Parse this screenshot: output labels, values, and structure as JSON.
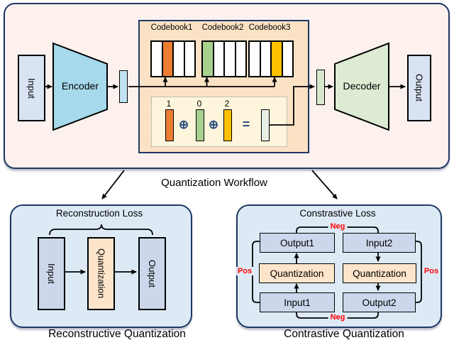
{
  "colors": {
    "navy_border": "#1f3864",
    "top_panel_bg": "#fdf1ee",
    "codebook_panel_bg": "#fbe2c4",
    "combine_box_bg": "#fdf6dc",
    "loss_panel_bg": "#ddeaf6",
    "io_box_bg": "#d9e3f3",
    "encoder_fill": "#a5d9eb",
    "decoder_fill": "#dcebd2",
    "quantization_box_bg": "#fce5cb",
    "codebook_orange": "#ed7d31",
    "codebook_green": "#a9d18e",
    "codebook_yellow": "#ffc000",
    "pos_neg_red": "#ff0000"
  },
  "workflow": {
    "caption": "Quantization Workflow",
    "input_label": "Input",
    "encoder_label": "Encoder",
    "decoder_label": "Decoder",
    "output_label": "Output",
    "codebooks": [
      {
        "label": "Codebook1",
        "slots": 4,
        "colored_index": 1,
        "color": "#ed7d31"
      },
      {
        "label": "Codebook2",
        "slots": 4,
        "colored_index": 0,
        "color": "#a9d18e"
      },
      {
        "label": "Codebook3",
        "slots": 4,
        "colored_index": 2,
        "color": "#ffc000"
      }
    ],
    "combine": {
      "codes": [
        "1",
        "0",
        "2"
      ],
      "plus": "⊕",
      "equals": "="
    }
  },
  "reconstructive": {
    "title": "Reconstruction Loss",
    "input_label": "Input",
    "quantization_label": "Quantization",
    "output_label": "Output",
    "caption": "Reconstructive Quantization"
  },
  "contrastive": {
    "title": "Constrastive Loss",
    "top_left": "Output1",
    "top_right": "Input2",
    "mid_left": "Quantization",
    "mid_right": "Quantization",
    "bottom_left": "Input1",
    "bottom_right": "Output2",
    "pos": "Pos",
    "neg": "Neg",
    "caption": "Contrastive Quantization"
  }
}
